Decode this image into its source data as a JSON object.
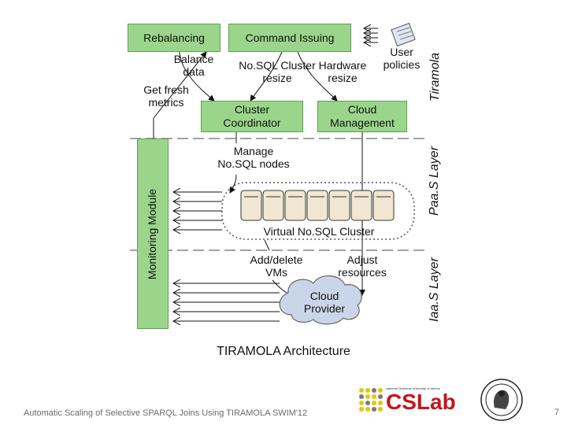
{
  "diagram": {
    "boxes": {
      "rebalancing": "Rebalancing",
      "command_issuing": "Command Issuing",
      "cluster_coordinator": "Cluster Coordinator",
      "cloud_management": "Cloud Management",
      "monitoring_module": "Monitoring Module"
    },
    "labels": {
      "balance_data": "Balance data",
      "get_fresh_metrics": "Get fresh metrics",
      "nosql_cluster_resize": "No.SQL Cluster resize",
      "hardware_resize": "Hardware resize",
      "user_policies": "User policies",
      "manage_nosql_nodes": "Manage No.SQL nodes",
      "virtual_nosql_cluster": "Virtual No.SQL Cluster",
      "add_delete_vms": "Add/delete VMs",
      "adjust_resources": "Adjust resources",
      "cloud_provider": "Cloud Provider"
    },
    "layers": {
      "tiramola": "Tiramola",
      "paas": "Paa.S Layer",
      "iaas": "Iaa.S Layer"
    },
    "colors": {
      "box_fill": "#9bd58b",
      "box_border": "#5f9f52",
      "cloud_fill": "#c9d6ea"
    }
  },
  "caption": "TIRAMOLA Architecture",
  "footer": {
    "text": "Automatic Scaling of Selective SPARQL Joins Using TIRAMOLA SWIM'12",
    "page_number": "7",
    "logo_text": "CSLab",
    "logo_subtitle": "National Technical University of Athens"
  }
}
